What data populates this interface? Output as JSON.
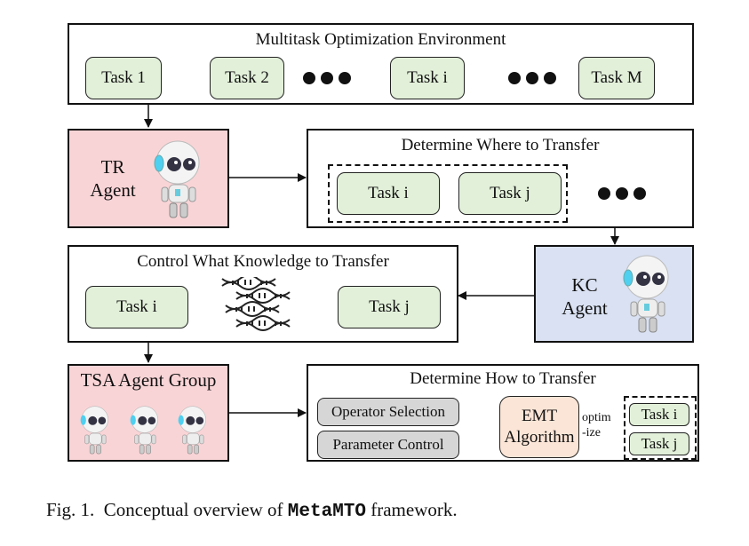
{
  "env": {
    "title": "Multitask Optimization Environment",
    "tasks": [
      "Task 1",
      "Task 2",
      "Task i",
      "Task M"
    ]
  },
  "tr_agent": {
    "line1": "TR",
    "line2": "Agent",
    "icon": "robot-icon"
  },
  "where": {
    "title": "Determine Where to Transfer",
    "source": "Task i",
    "target": "Task j"
  },
  "what": {
    "title": "Control What Knowledge to Transfer",
    "source": "Task i",
    "target": "Task j",
    "icon": "dna-icon"
  },
  "kc_agent": {
    "line1": "KC",
    "line2": "Agent",
    "icon": "robot-icon"
  },
  "tsa_group": {
    "title": "TSA Agent Group",
    "icon": "robot-icon",
    "count": 3
  },
  "how": {
    "title": "Determine How to Transfer",
    "operator": "Operator Selection",
    "parameter": "Parameter Control",
    "emt_line1": "EMT",
    "emt_line2": "Algorithm",
    "optimize_line1": "optim",
    "optimize_line2": "-ize",
    "task_i": "Task i",
    "task_j": "Task j"
  },
  "colors": {
    "task_green": "#e2f0d9",
    "agent_pink": "#f9d4d6",
    "agent_blue": "#d9e1f2",
    "emt_orange": "#fbe5d6",
    "grey_box": "#d6d6d6"
  },
  "caption": {
    "prefix": "Fig. 1.  Conceptual overview of ",
    "name": "MetaMTO",
    "suffix": " framework."
  }
}
